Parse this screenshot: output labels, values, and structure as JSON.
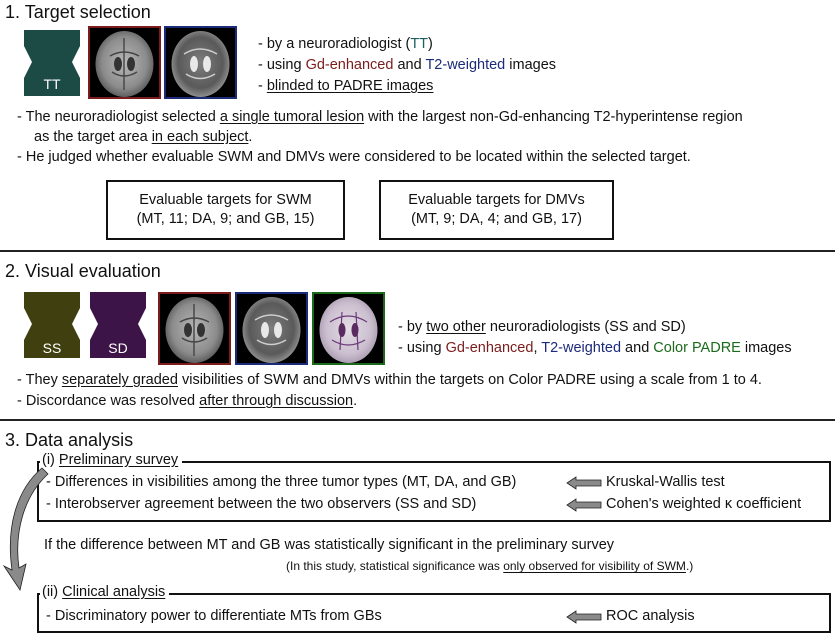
{
  "colors": {
    "gd": "#7a1c1c",
    "t2": "#1c2a7a",
    "padre": "#1b6a1b",
    "tt_badge": "#1c4a44",
    "ss_badge": "#3f3f10",
    "sd_badge": "#3c1447",
    "tt_text": "#1d5e5e",
    "arrow_gray": "#8a8a8a"
  },
  "section1": {
    "title": "1. Target selection",
    "badge": "TT",
    "bullets": {
      "b1_pre": "- by a neuroradiologist (",
      "b1_tt": "TT",
      "b1_post": ")",
      "b2_pre": "- using ",
      "b2_gd": "Gd-enhanced",
      "b2_mid": " and ",
      "b2_t2": "T2-weighted",
      "b2_post": " images",
      "b3_pre": "- ",
      "b3_u": "blinded to PADRE images"
    },
    "text1_pre": "- The neuroradiologist selected ",
    "text1_u": "a single tumoral lesion",
    "text1_post": " with the largest non-Gd-enhancing T2-hyperintense region",
    "text2_pre": "as the target area ",
    "text2_u": "in each subject",
    "text2_post": ".",
    "text3": "- He judged whether evaluable SWM and DMVs were considered to be located within the selected target.",
    "box_swm": {
      "line1": "Evaluable targets for SWM",
      "line2": "(MT, 11; DA, 9; and GB, 15)"
    },
    "box_dmv": {
      "line1": "Evaluable targets for DMVs",
      "line2": "(MT, 9; DA, 4; and GB, 17)"
    }
  },
  "section2": {
    "title": "2. Visual evaluation",
    "badge_ss": "SS",
    "badge_sd": "SD",
    "b1_pre": "- by ",
    "b1_u": "two other",
    "b1_post": " neuroradiologists (SS and SD)",
    "b2_pre": "- using ",
    "b2_gd": "Gd-enhanced",
    "b2_sep": ", ",
    "b2_t2": "T2-weighted",
    "b2_mid": " and ",
    "b2_padre": "Color PADRE",
    "b2_post": " images",
    "t1_pre": "- They ",
    "t1_u": "separately graded",
    "t1_post": " visibilities of SWM and DMVs within the targets on Color PADRE using a scale from 1 to 4.",
    "t2_pre": "- Discordance was resolved ",
    "t2_u": "after through discussion",
    "t2_post": "."
  },
  "section3": {
    "title": "3. Data analysis",
    "prelim_label_pre": "(i) ",
    "prelim_label_u": "Preliminary survey",
    "prelim_row1": "- Differences in visibilities among the three tumor types (MT, DA, and GB)",
    "prelim_test1": "Kruskal-Wallis test",
    "prelim_row2": "- Interobserver agreement between the two observers (SS and SD)",
    "prelim_test2": "Cohen's weighted κ coefficient",
    "condition": "If the difference between MT and GB was statistically significant in the preliminary survey",
    "note_pre": "(In this study, statistical significance was ",
    "note_u": "only observed for visibility of SWM",
    "note_post": ".)",
    "clinical_label_pre": "(ii) ",
    "clinical_label_u": "Clinical analysis",
    "clinical_row": "- Discriminatory power to differentiate MTs from GBs",
    "clinical_test": "ROC analysis"
  }
}
